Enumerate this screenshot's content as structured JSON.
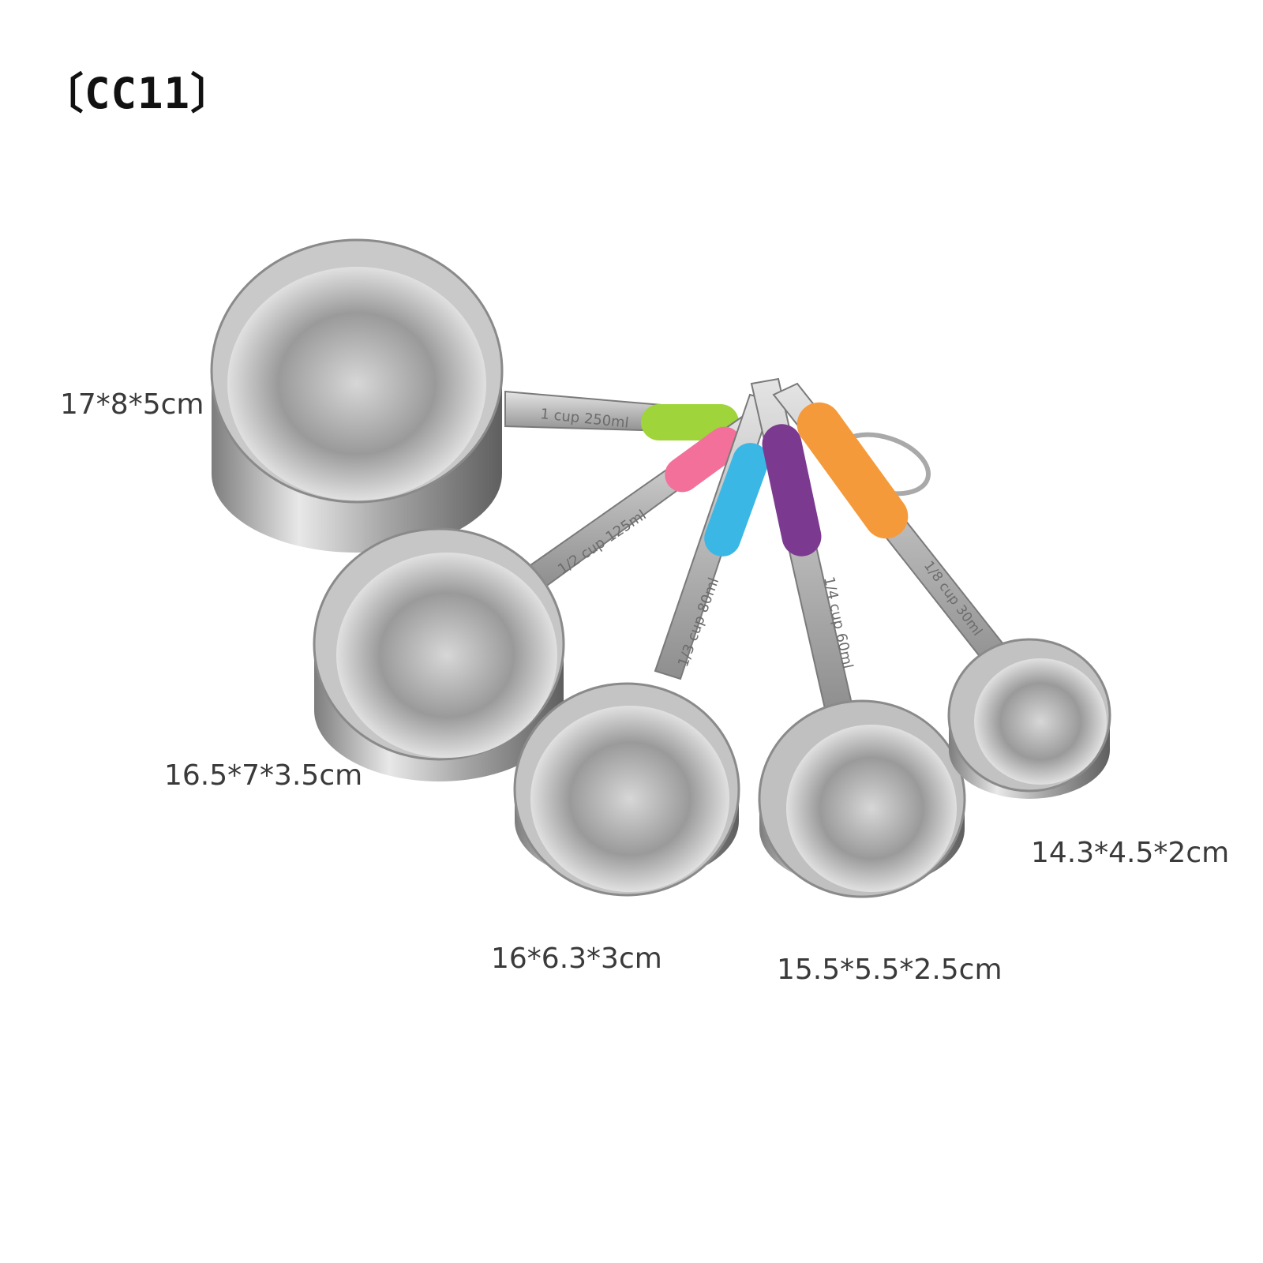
{
  "product_code": "〔CC11〕",
  "cups": [
    {
      "handle_text": "1 cup 250ml",
      "dimensions": "17*8*5cm",
      "grip_color": "#9fd43a"
    },
    {
      "handle_text": "1/2 cup 125ml",
      "dimensions": "16.5*7*3.5cm",
      "grip_color": "#f2709a"
    },
    {
      "handle_text": "1/3 cup 80ml",
      "dimensions": "16*6.3*3cm",
      "grip_color": "#3bb7e6"
    },
    {
      "handle_text": "1/4 cup 60ml",
      "dimensions": "15.5*5.5*2.5cm",
      "grip_color": "#7b3a8f"
    },
    {
      "handle_text": "1/8 cup 30ml",
      "dimensions": "14.3*4.5*2cm",
      "grip_color": "#f59a3a"
    }
  ]
}
